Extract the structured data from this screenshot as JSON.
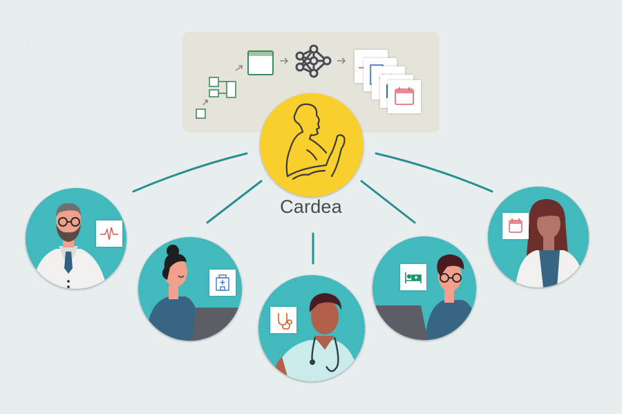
{
  "diagram": {
    "title": "Cardea",
    "hub": {
      "label": "Cardea",
      "icon": "goddess-figure-icon",
      "color": "#f9cf2e"
    },
    "pipeline": {
      "steps": [
        {
          "name": "data-schema",
          "icon": "schema-boxes-icon"
        },
        {
          "name": "table",
          "icon": "table-window-icon"
        },
        {
          "name": "model",
          "icon": "neural-network-icon"
        },
        {
          "name": "outputs",
          "icon": "stacked-cards-icon"
        }
      ],
      "arrow_glyph": "→",
      "output_cards": [
        "heartbeat-icon",
        "clipboard-icon",
        "lungs-icon",
        "bed-icon",
        "calendar-icon"
      ]
    },
    "users": [
      {
        "role": "doctor-bearded",
        "badge_icon": "heartbeat-icon",
        "badge_color": "#d9534f"
      },
      {
        "role": "administrator-laptop",
        "badge_icon": "hospital-icon",
        "badge_color": "#3a78c2"
      },
      {
        "role": "nurse-stethoscope",
        "badge_icon": "stethoscope-icon",
        "badge_color": "#d45d1e"
      },
      {
        "role": "analyst-laptop",
        "badge_icon": "hospital-bed-icon",
        "badge_color": "#1e9170"
      },
      {
        "role": "doctor-female",
        "badge_icon": "calendar-icon",
        "badge_color": "#d9626a"
      }
    ],
    "colors": {
      "background": "#e8eef0",
      "panel": "#e6e4da",
      "teal": "#42b9bc",
      "connector": "#27908f",
      "text": "#4a4a4a",
      "green_icon": "#3c8a5a",
      "network_icon": "#4a4a55"
    }
  }
}
